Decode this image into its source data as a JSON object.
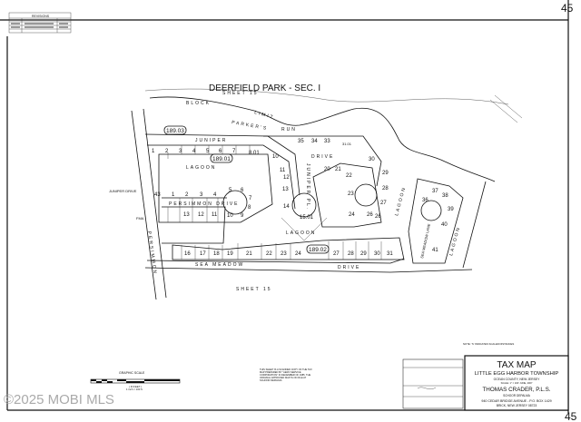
{
  "sheet_number": "45",
  "revisions": {
    "title": "REVISIONS"
  },
  "map_title": "DEERFIELD PARK - SEC. I",
  "streets": {
    "juniper": "JUNIPER",
    "juniper_drive": "JUNIPER DRIVE",
    "persimmon_drive": "PERSIMMON DRIVE",
    "persimmon_vertical": "PERSIMMON",
    "juniper_pl": "JUNIPER PL.",
    "drive": "DRIVE",
    "sea_meadow": "SEA MEADOW",
    "sea_meadow_drive": "DRIVE",
    "sea_meadow_lane": "SEA MEADOW LANE",
    "parkers_run": "PARKER'S",
    "run": "RUN",
    "lagoon": "LAGOON",
    "block": "BLOCK",
    "limit": "LIMIT",
    "sheet": "SHEET 15",
    "fma": "FMA"
  },
  "blocks": [
    "189.03",
    "189.01",
    "189.02"
  ],
  "lots": {
    "juniper_row": [
      "1",
      "2",
      "3",
      "4",
      "5",
      "6",
      "7",
      "8.01"
    ],
    "persimmon_row": [
      "43",
      "1",
      "2",
      "3",
      "4",
      "5",
      "6",
      "7",
      "8",
      "9",
      "10",
      "11",
      "12",
      "13"
    ],
    "juniper_pl": [
      "10",
      "11",
      "12",
      "13",
      "14",
      "15.01"
    ],
    "drive": [
      "20",
      "21",
      "22",
      "23",
      "24",
      "26",
      "35",
      "34",
      "33",
      "31.01",
      "30",
      "29",
      "28",
      "27",
      "26"
    ],
    "sea_meadow_row": [
      "16",
      "17",
      "18",
      "19",
      "21",
      "22",
      "23",
      "24",
      "27",
      "28",
      "29",
      "30",
      "31"
    ],
    "sea_meadow_lane": [
      "36",
      "37",
      "38",
      "39",
      "40",
      "41"
    ]
  },
  "scale": {
    "title": "GRAPHIC SCALE",
    "units": "( IN FEET )",
    "ratio": "1 inch = 100 ft."
  },
  "scan_note": "THIS SHEET IS A SCANNED COPY OF THE TAX MAP PREPARED BY \"AERO SERVICE CORPORATION\" IN DECEMBER OF 1985. THE ORIGINAL APPROVED MAP IS ON FILE AT SCHOOR DEPALMA.",
  "scaled_note": "NOTE: 'S' INDICATES SCALED DISTANCES",
  "title_block": {
    "title": "TAX MAP",
    "township": "LITTLE EGG HARBOR TOWNSHIP",
    "county": "OCEAN COUNTY,     NEW JERSEY",
    "scale_date": "SCALE: 1\" = 100'     JUNE, 2007",
    "surveyor": "THOMAS CRADER, P.L.S.",
    "firm": "SCHOOR DEPALMA",
    "address": "940 CEDAR BRIDGE AVENUE - P.O. BOX 1429",
    "city": "BRICK, NEW JERSEY 08723"
  },
  "watermark": "©2025 MOBI MLS"
}
